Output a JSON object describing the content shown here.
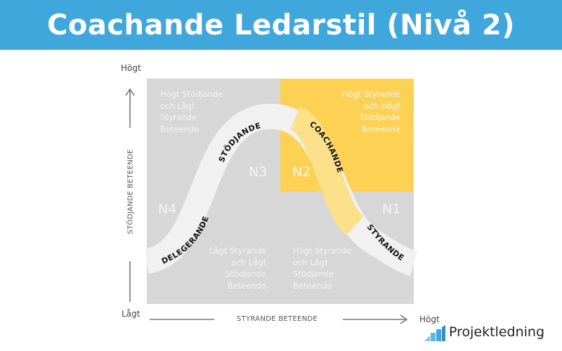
{
  "header": {
    "title": "Coachande Ledarstil (Nivå 2)",
    "background_color": "#3fa7dc"
  },
  "axes": {
    "y_title": "STÖDJANDE BETEENDE",
    "y_high": "Högt",
    "y_low": "Lågt",
    "x_title": "STYRANDE BETEENDE",
    "x_high": "Högt"
  },
  "quadrants": {
    "top_left": [
      "Högt Stödjande",
      "och Lågt",
      "Styrande",
      "Beteende"
    ],
    "top_right": [
      "Högt Styrande",
      "och Högt",
      "Stödjande",
      "Beteende"
    ],
    "bottom_left": [
      "Lågt Styrande",
      "och Lågt",
      "Stödjande",
      "Beteende"
    ],
    "bottom_right": [
      "Högt Styrande",
      "och Lågt",
      "Stödjande",
      "Beteende"
    ]
  },
  "levels": {
    "n1": "N1",
    "n2": "N2",
    "n3": "N3",
    "n4": "N4"
  },
  "curve_labels": {
    "styrande": "STYRANDE",
    "coachande": "COACHANDE",
    "stodjande": "STÖDJANDE",
    "delegerande": "DELEGERANDE"
  },
  "highlighted_level": "N2",
  "colors": {
    "grid_gray": "#d7d7d7",
    "highlight_yellow": "#fdd254",
    "curve_white": "#f1f1f1",
    "curve_highlight": "#fde18a"
  },
  "logo": {
    "text": "Projektledning"
  }
}
